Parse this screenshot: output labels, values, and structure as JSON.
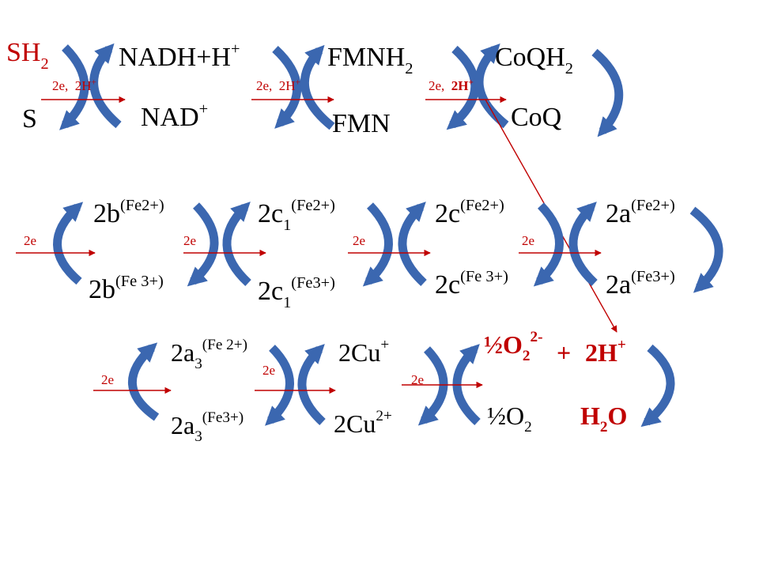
{
  "row1": {
    "sh2": {
      "main": "SH",
      "sub": "2"
    },
    "s": "S",
    "nadh": {
      "main": "NADH+H",
      "sup": "+"
    },
    "nad": {
      "main": "NAD",
      "sup": "+"
    },
    "fmnh2": {
      "main": "FMNH",
      "sub": "2"
    },
    "fmn": "FMN",
    "coqh2": {
      "main": "CoQH",
      "sub": "2"
    },
    "coq": "CoQ",
    "step1": {
      "e": "2e,",
      "h": "2H",
      "sup": "+"
    },
    "step2": {
      "e": "2e,",
      "h": "2H",
      "sup": "+"
    },
    "step3": {
      "e": "2e,",
      "h": "2H",
      "sup": "+"
    }
  },
  "row2": {
    "b_red": {
      "main": "2b",
      "sup": "(Fe2+)"
    },
    "b_ox": {
      "main": "2b",
      "sup": "(Fe 3+)"
    },
    "c1_red": {
      "main": "2c",
      "sub": "1",
      "sup": "(Fe2+)"
    },
    "c1_ox": {
      "main": "2c",
      "sub": "1",
      "sup": "(Fe3+)"
    },
    "c_red": {
      "main": "2c",
      "sup": "(Fe2+)"
    },
    "c_ox": {
      "main": "2c",
      "sup": "(Fe 3+)"
    },
    "a_red": {
      "main": "2a",
      "sup": "(Fe2+)"
    },
    "a_ox": {
      "main": "2a",
      "sup": "(Fe3+)"
    },
    "e1": "2e",
    "e2": "2e",
    "e3": "2e",
    "e4": "2e"
  },
  "row3": {
    "a3_red": {
      "main": "2a",
      "sub": "3",
      "sup": "(Fe 2+)"
    },
    "a3_ox": {
      "main": "2a",
      "sub": "3",
      "sup": "(Fe3+)"
    },
    "cu_red": {
      "main": "2Cu",
      "sup": "+"
    },
    "cu_ox": {
      "main": "2Cu",
      "sup": "2+"
    },
    "peroxide": {
      "main": "½O",
      "sub": "2",
      "sup": "2-"
    },
    "plus": "+",
    "protons": {
      "main": "2H",
      "sup": "+"
    },
    "oxygen": {
      "main": "½O",
      "sub": "2"
    },
    "water": {
      "a": "H",
      "sub1": "2",
      "b": "O"
    },
    "e1": "2e",
    "e2": "2e",
    "e3": "2e"
  },
  "colors": {
    "arc": "#3b67b0",
    "accent": "#c00000",
    "text": "#000000"
  }
}
